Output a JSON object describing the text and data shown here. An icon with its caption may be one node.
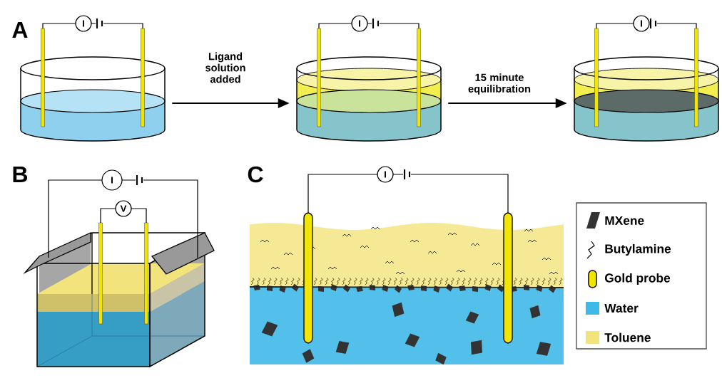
{
  "diagram": {
    "nodes": [
      {
        "text": [],
        "shape": "picture"
      },
      {
        "text": [],
        "shape": "picture"
      },
      {
        "text": [],
        "shape": "picture"
      }
    ],
    "edges": [
      {
        "from": 0,
        "to": 1,
        "arrow": "to",
        "label": "Ligand solution added"
      },
      {
        "from": 1,
        "to": 2,
        "arrow": "to",
        "label": "15 minute equilibration"
      }
    ],
    "labels": [
      "A",
      "I",
      "I",
      "I",
      "B",
      "I",
      "V",
      "C",
      "I"
    ],
    "legend": [
      {
        "text": "MXene"
      },
      {
        "text": "Butylamine"
      },
      {
        "text": "Gold probe"
      },
      {
        "text": "Water",
        "color": "#3fb9e8"
      },
      {
        "text": "Toluene",
        "color": "#f3e37c"
      }
    ]
  }
}
